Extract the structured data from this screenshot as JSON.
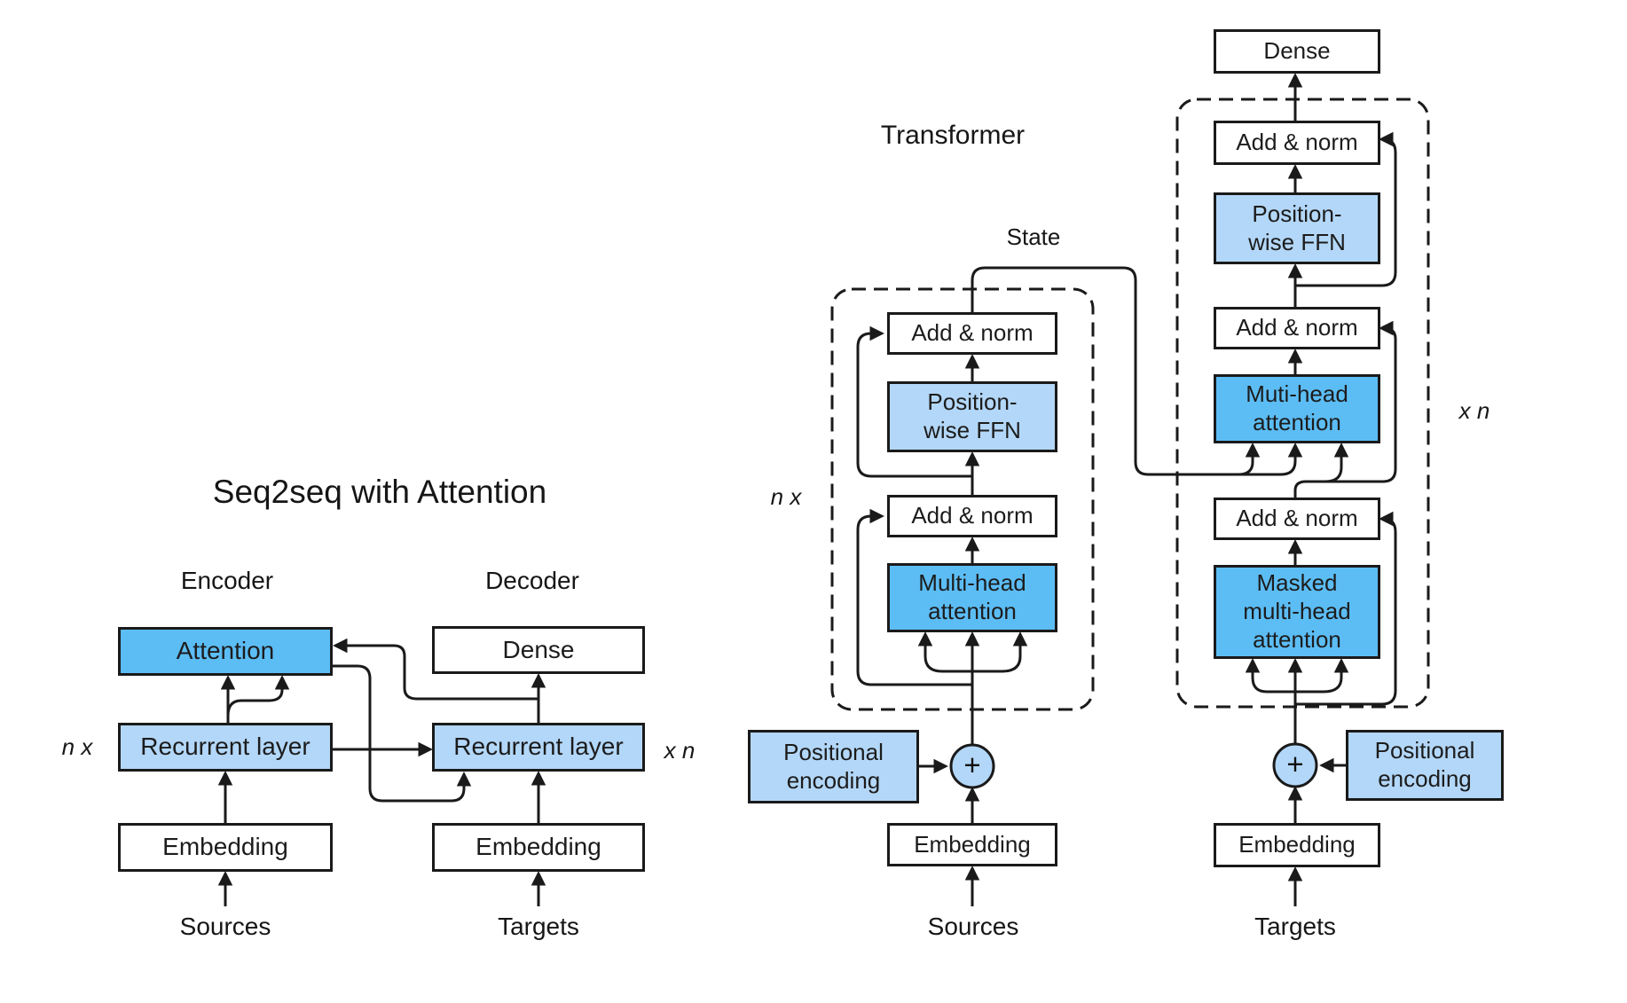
{
  "colors": {
    "accent_blue": "#5cbdf5",
    "light_blue": "#b3d7f8",
    "line": "#1a1a1a",
    "background": "#ffffff"
  },
  "left_diagram": {
    "title": "Seq2seq with Attention",
    "encoder_label": "Encoder",
    "decoder_label": "Decoder",
    "n_x_label": "n x",
    "x_n_label": "x n",
    "attention": "Attention",
    "recurrent_encoder": "Recurrent layer",
    "embedding_encoder": "Embedding",
    "sources": "Sources",
    "dense": "Dense",
    "recurrent_decoder": "Recurrent layer",
    "embedding_decoder": "Embedding",
    "targets": "Targets"
  },
  "right_diagram": {
    "title": "Transformer",
    "state_label": "State",
    "n_x_label": "n x",
    "x_n_label": "x n",
    "encoder": {
      "add_norm_top": "Add & norm",
      "ffn": "Position-\nwise FFN",
      "add_norm_bottom": "Add & norm",
      "attention": "Multi-head\nattention",
      "pos_encoding": "Positional\nencoding",
      "plus": "+",
      "embedding": "Embedding",
      "sources": "Sources"
    },
    "decoder": {
      "dense": "Dense",
      "add_norm_top": "Add & norm",
      "ffn": "Position-\nwise FFN",
      "add_norm_mid": "Add & norm",
      "attention": "Muti-head\nattention",
      "add_norm_bottom": "Add & norm",
      "masked_attention": "Masked\nmulti-head\nattention",
      "pos_encoding": "Positional\nencoding",
      "plus": "+",
      "embedding": "Embedding",
      "targets": "Targets"
    }
  }
}
